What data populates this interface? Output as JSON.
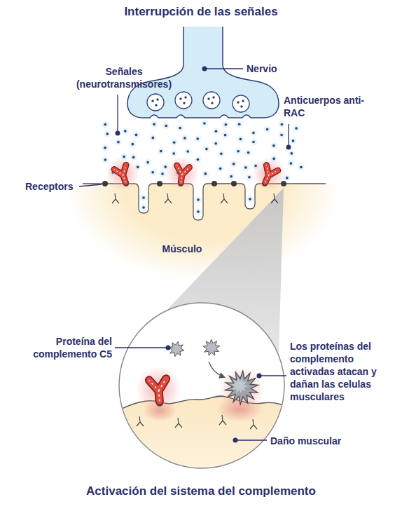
{
  "diagram": {
    "title": "Interrupción de las señales",
    "caption": "Activación del sistema del complemento",
    "nodes": [
      {
        "text": [
          "Músculo"
        ]
      }
    ],
    "labels": [
      "Señales (neurotransmisores)",
      "Nervio",
      "Anticuerpos anti-RAC",
      "Receptors",
      "Proteína del complemento C5",
      "Los proteínas del complemento activadas atacan y dañan las celulas musculares",
      "Daño muscular"
    ]
  }
}
